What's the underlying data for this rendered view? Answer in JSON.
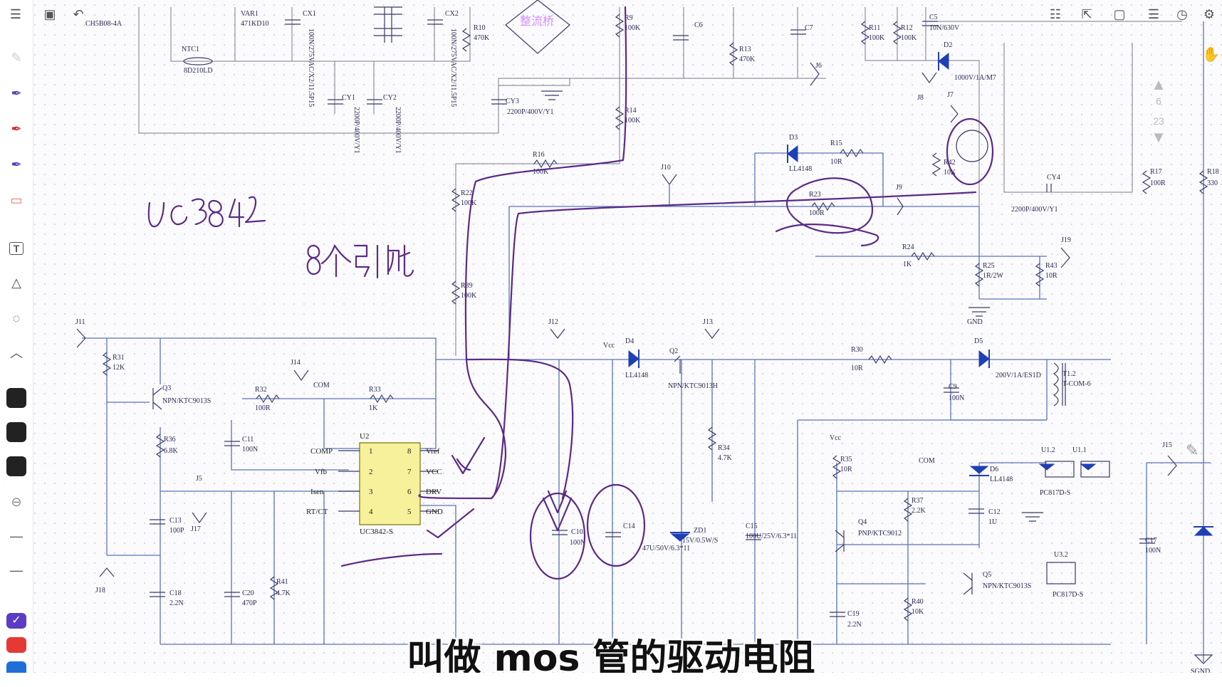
{
  "toolbar_left": {
    "icons": [
      "menu-icon",
      "save-icon",
      "undo-icon"
    ]
  },
  "toolbar_right": {
    "icons": [
      "list-icon",
      "select-icon",
      "page-icon",
      "outline-icon",
      "clock-icon",
      "settings-icon"
    ]
  },
  "tools": {
    "text_tool": "T",
    "colors": [
      "#222222",
      "#222222",
      "#222222"
    ],
    "palette": [
      "#5b3cc4",
      "#e53935",
      "#1e6fd9"
    ]
  },
  "page_counter": {
    "current": "6",
    "total": "23"
  },
  "handwriting": {
    "chip_name": "UC3842",
    "pin_note": "8个引脚"
  },
  "schematic": {
    "chip": {
      "ref": "U2",
      "part": "UC3842-S",
      "pins_left": [
        {
          "num": "1",
          "name": "COMP"
        },
        {
          "num": "2",
          "name": "Vfb"
        },
        {
          "num": "3",
          "name": "Isen"
        },
        {
          "num": "4",
          "name": "RT/CT"
        }
      ],
      "pins_right": [
        {
          "num": "8",
          "name": "Vref"
        },
        {
          "num": "7",
          "name": "VCC"
        },
        {
          "num": "6",
          "name": "DRV"
        },
        {
          "num": "5",
          "name": "GND"
        }
      ]
    },
    "labels": {
      "ntc": "NTC1",
      "ntc_val": "8D210LD",
      "var": "VAR1",
      "var_val": "471KD10",
      "cx1": "CX1",
      "cx2": "CX2",
      "cx_val": "100N/275VAC/X2/11.5P15",
      "cy1": "CY1",
      "cy2": "CY2",
      "cy_val": "2200P/400V/Y1",
      "cy3": "CY3",
      "cy3_val": "2200P/400V/Y1",
      "r10": "R10",
      "r10_val": "470K",
      "rect": "整流桥",
      "r9": "R9",
      "r9_val": "100K",
      "r14": "R14",
      "r14_val": "100K",
      "c6": "C6",
      "r13": "R13",
      "r13_val": "470K",
      "c7": "C7",
      "j6": "J6",
      "r11": "R11",
      "r12": "R12",
      "r11_val": "100K",
      "r12_val": "100K",
      "c5": "C5",
      "c5_val": "10N/630V",
      "d2": "D2",
      "d2_val": "1000V/1A/M7",
      "j8": "J8",
      "j7": "J7",
      "d3": "D3",
      "d3_val": "LL4148",
      "r15": "R15",
      "r15_val": "10R",
      "r42": "R42",
      "r42_val": "10K",
      "cy4": "CY4",
      "cy4_val": "2200P/400V/Y1",
      "r16": "R16",
      "r16_val": "100K",
      "j10": "J10",
      "r23": "R23",
      "r23_val": "100R",
      "j9": "J9",
      "r22": "R22",
      "r22_val": "100K",
      "r24": "R24",
      "r24_val": "1K",
      "r25": "R25",
      "r25_val": "1R/2W",
      "r43": "R43",
      "r43_val": "10R",
      "j19": "J19",
      "gnd": "GND",
      "r39": "R39",
      "r39_val": "100K",
      "j11": "J11",
      "r31": "R31",
      "r31_val": "12K",
      "q3": "Q3",
      "q3_val": "NPN/KTC9013S",
      "j14": "J14",
      "com": "COM",
      "r32": "R32",
      "r32_val": "100R",
      "r33": "R33",
      "r33_val": "1K",
      "c11": "C11",
      "c11_val": "100N",
      "r36": "R36",
      "r36_val": "6.8K",
      "j5": "J5",
      "j17": "J17",
      "c13": "C13",
      "c13_val": "100P",
      "j18": "J18",
      "c18": "C18",
      "c18_val": "2.2N",
      "c20": "C20",
      "c20_val": "470P",
      "r41": "R41",
      "r41_val": "4.7K",
      "j12": "J12",
      "vcc": "Vcc",
      "d4": "D4",
      "d4_val": "LL4148",
      "q2": "Q2",
      "q2_val": "NPN/KTC9013H",
      "j13": "J13",
      "r30": "R30",
      "r30_val": "10R",
      "d5": "D5",
      "d5_val": "200V/1A/ES1D",
      "t12": "T1.2",
      "t12_val": "T-COM-6",
      "c9": "C9",
      "c9_val": "100N",
      "r34": "R34",
      "r34_val": "4.7K",
      "c14": "C14",
      "c10": "C10",
      "c10_val": "100N",
      "zd1": "ZD1",
      "zd1_val": "15V/0.5W/S",
      "c15": "C15",
      "c15_val": "100U/25V/6.3*11",
      "c14_val": "47U/50V/6.3*11",
      "vcc2": "Vcc",
      "r35": "R35",
      "r35_val": "10R",
      "r37": "R37",
      "r37_val": "2.2K",
      "q4": "Q4",
      "q4_val": "PNP/KTC9012",
      "com2": "COM",
      "d6": "D6",
      "d6_val": "LL4148",
      "c12": "C12",
      "c12_val": "1U",
      "u12": "U1.2",
      "u11": "U1.1",
      "u1_val": "PC817D-S",
      "q5": "Q5",
      "q5_val": "NPN/KTC9013S",
      "u32": "U3.2",
      "u3_val": "PC817D-S",
      "c19": "C19",
      "c19_val": "2.2N",
      "r40": "R40",
      "r40_val": "10K",
      "j15": "J15",
      "r17": "R17",
      "r17_val": "100R",
      "r18": "R18",
      "r18_val": "330",
      "c17": "C17",
      "c17_val": "100N",
      "sgnd": "SGND",
      "ch": "CH5B08-4A"
    }
  },
  "subtitle": "叫做 mos 管的驱动电阻"
}
